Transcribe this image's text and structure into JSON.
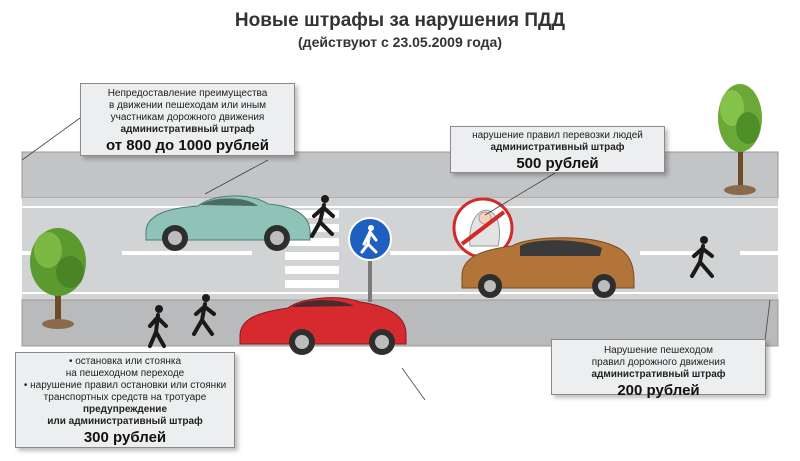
{
  "title": "Новые штрафы за нарушения ПДД",
  "subtitle": "(действуют с 23.05.2009 года)",
  "fines": {
    "pedestrian_priority": {
      "lines": [
        "Непредоставление преимущества",
        "в движении пешеходам или иным",
        "участникам дорожного движения"
      ],
      "type": "административный штраф",
      "amount": "от 800 до 1000 рублей"
    },
    "transport_people": {
      "lines": [
        "нарушение правил перевозки людей"
      ],
      "type": "административный штраф",
      "amount": "500 рублей"
    },
    "stopping": {
      "lines": [
        "• остановка или стоянка",
        "на пешеходном переходе",
        "• нарушение правил остановки или стоянки",
        "транспортных средств на тротуаре"
      ],
      "type_lines": [
        "предупреждение",
        "или административный штраф"
      ],
      "amount": "300 рублей"
    },
    "pedestrian_violation": {
      "lines": [
        "Нарушение пешеходом",
        "правил дорожного движения"
      ],
      "type": "административный штраф",
      "amount": "200 рублей"
    }
  },
  "colors": {
    "road": "#c8c9cb",
    "sidewalk": "#b6b7b9",
    "road_marking": "#ffffff",
    "car_green": "#8fc3b8",
    "car_red": "#d62a2f",
    "car_brown": "#b3743a",
    "sign_blue": "#1f5fbf",
    "tree": "#5a9a2e"
  },
  "icons": [
    "pedestrian-icon",
    "pedestrian-sign-icon",
    "child-seat-icon",
    "tree-icon",
    "car-icon"
  ]
}
